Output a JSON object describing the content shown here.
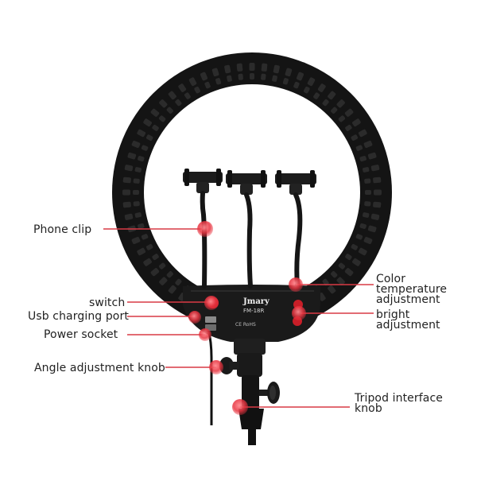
{
  "brand": {
    "logo_text": "Jmary",
    "model": "FM-18R",
    "cert_marks": "CE RoHS"
  },
  "labels": {
    "phone_clip": "Phone clip",
    "switch": "switch",
    "usb_port": "Usb charging port",
    "power_socket": "Power socket",
    "angle_knob": "Angle adjustment knob",
    "color_temp": [
      "Color",
      "temperature",
      "adjustment"
    ],
    "bright": [
      "bright",
      "adjustment"
    ],
    "tripod": [
      "Tripod interface",
      "knob"
    ]
  },
  "colors": {
    "ring": "#161616",
    "ring_texture": "#2b2b2b",
    "callout_dot": "#e8333f",
    "callout_line": "#d93a45",
    "label_text": "#222222",
    "cable": "#111111"
  },
  "icons": [
    "phone-holder-icon",
    "gooseneck-icon",
    "control-knob-icon",
    "usb-port-icon",
    "power-socket-icon"
  ]
}
